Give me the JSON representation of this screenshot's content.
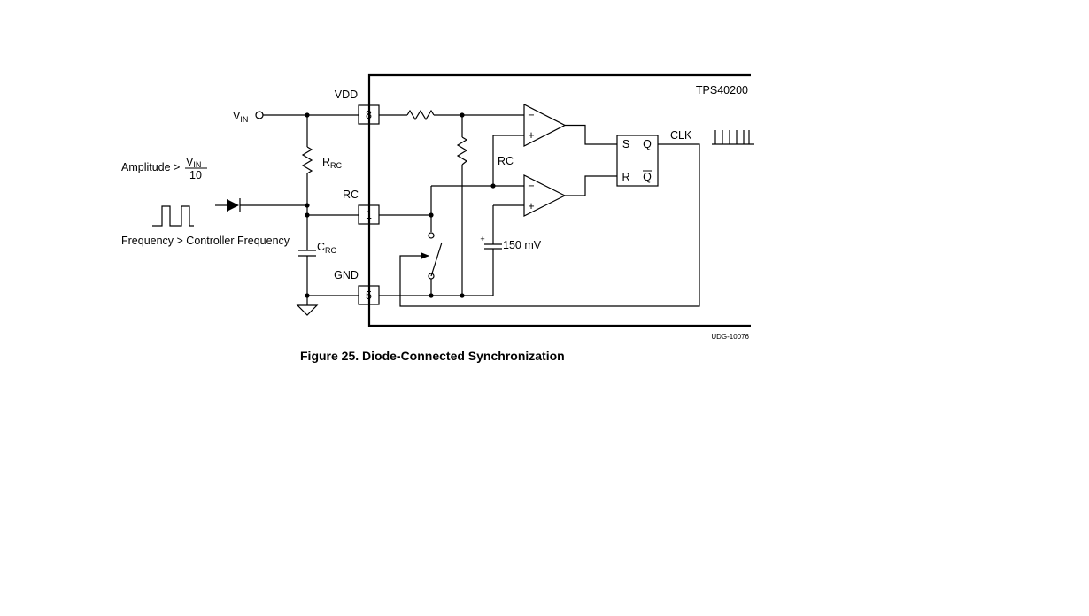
{
  "figure": {
    "caption": "Figure 25.  Diode-Connected Synchronization",
    "doc_code": "UDG-10076"
  },
  "ic": {
    "name": "TPS40200",
    "pins": [
      {
        "number": "8",
        "label": "VDD"
      },
      {
        "number": "1",
        "label": "RC"
      },
      {
        "number": "5",
        "label": "GND"
      }
    ]
  },
  "labels": {
    "vin_main": "V",
    "vin_sub": "IN",
    "rrc_main": "R",
    "rrc_sub": "RC",
    "crc_main": "C",
    "crc_sub": "RC",
    "rc_internal": "RC",
    "ref_voltage": "150 mV",
    "clk": "CLK",
    "comparator_minus": "−",
    "comparator_plus": "+",
    "battery_plus": "+",
    "latch_s": "S",
    "latch_r": "R",
    "latch_q": "Q",
    "latch_qbar": "Q"
  },
  "sync_conditions": {
    "amplitude_prefix": "Amplitude >",
    "amplitude_num_main": "V",
    "amplitude_num_sub": "IN",
    "amplitude_den": "10",
    "frequency": "Frequency > Controller Frequency"
  }
}
